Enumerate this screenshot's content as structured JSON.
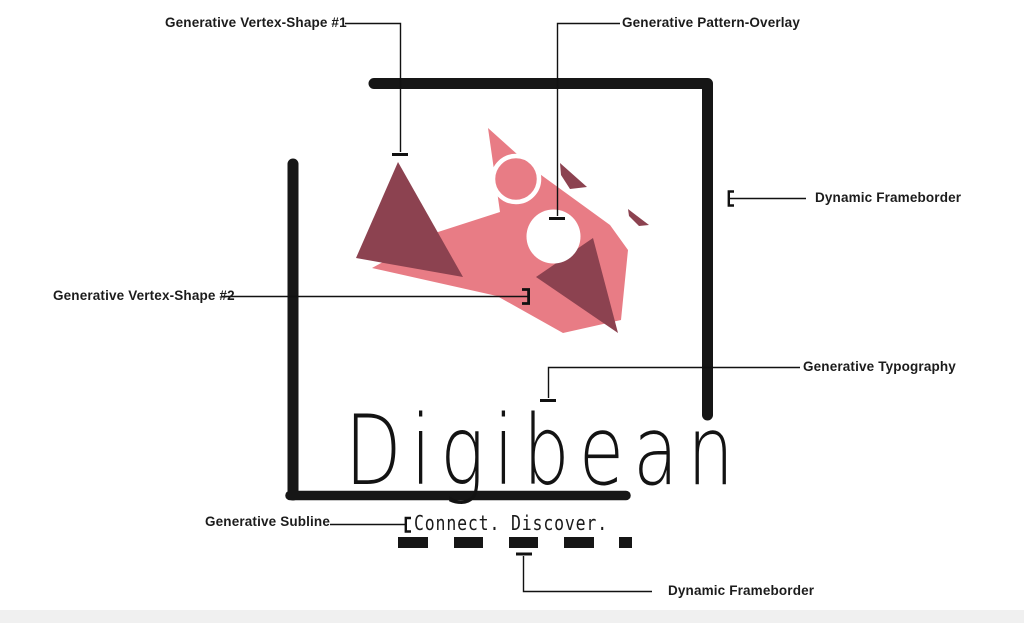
{
  "colors": {
    "pink": "#E87C85",
    "maroon": "#8C4250",
    "ink": "#161616"
  },
  "logo": {
    "wordmark": "Digibean",
    "subline": "Connect. Discover."
  },
  "labels": {
    "vertex1": "Generative Vertex-Shape #1",
    "pattern": "Generative Pattern-Overlay",
    "frameborderRight": "Dynamic Frameborder",
    "vertex2": "Generative Vertex-Shape #2",
    "typography": "Generative Typography",
    "subline": "Generative Subline",
    "frameborderBottom": "Dynamic Frameborder"
  }
}
